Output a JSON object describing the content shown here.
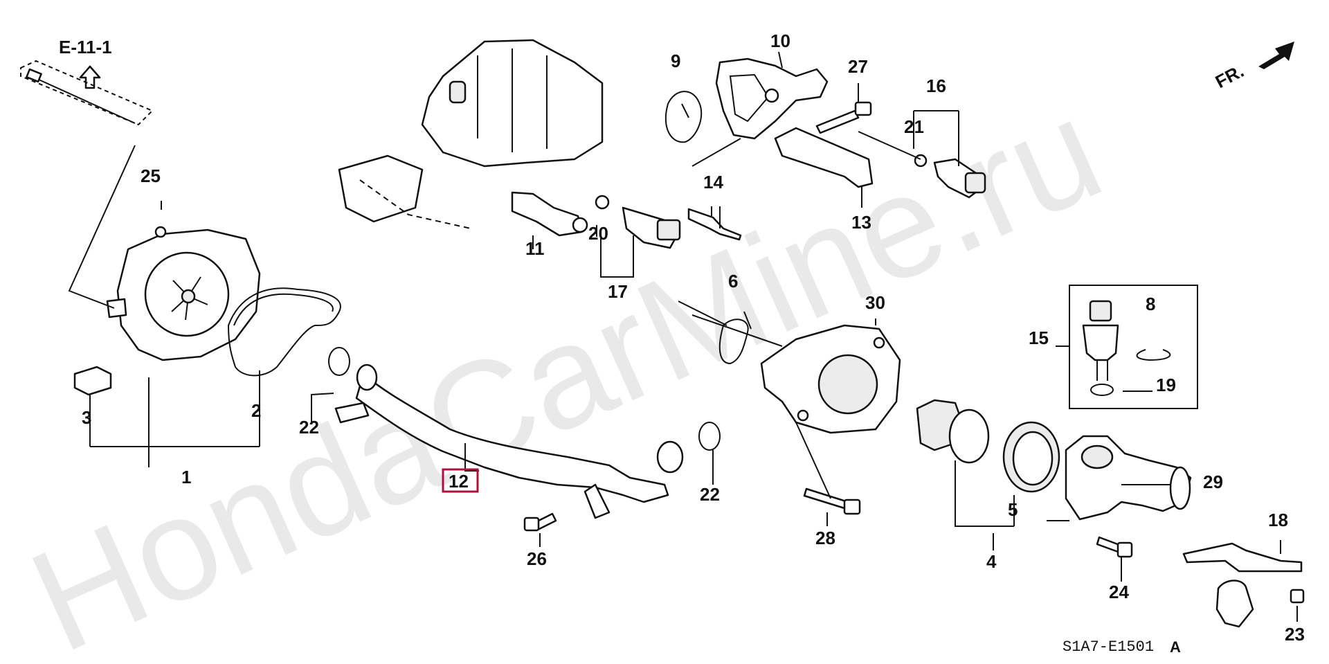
{
  "diagram": {
    "watermark": "HondaCarMine.ru",
    "reference": "E-11-1",
    "direction": "FR.",
    "drawing_code": "S1A7-E1501",
    "drawing_rev": "A",
    "highlighted_part": "12",
    "part_labels": [
      "1",
      "2",
      "3",
      "4",
      "5",
      "6",
      "8",
      "9",
      "10",
      "11",
      "12",
      "13",
      "14",
      "15",
      "16",
      "17",
      "18",
      "19",
      "20",
      "21",
      "22",
      "22",
      "23",
      "24",
      "25",
      "26",
      "27",
      "28",
      "29",
      "30"
    ],
    "colors": {
      "highlight": "#b0103a",
      "line": "#111111",
      "watermark": "#e9e9e9"
    }
  }
}
